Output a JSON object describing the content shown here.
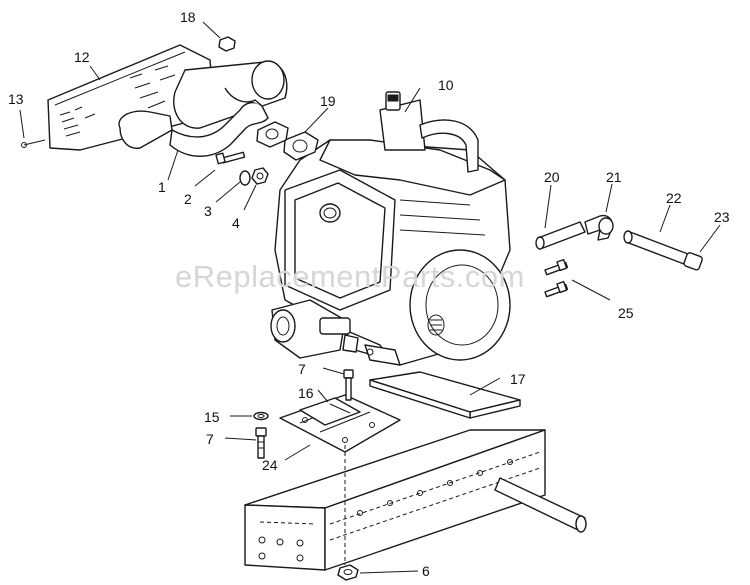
{
  "watermark": "eReplacementParts.com",
  "callouts": {
    "c1": "1",
    "c2": "2",
    "c3": "3",
    "c4": "4",
    "c6": "6",
    "c7a": "7",
    "c7b": "7",
    "c10": "10",
    "c12": "12",
    "c13": "13",
    "c15": "15",
    "c16": "16",
    "c17": "17",
    "c18": "18",
    "c19": "19",
    "c20": "20",
    "c21": "21",
    "c22": "22",
    "c23": "23",
    "c24": "24",
    "c25": "25"
  },
  "colors": {
    "line": "#1a1a1a",
    "background": "#ffffff",
    "watermark": "#d6d6d6"
  }
}
